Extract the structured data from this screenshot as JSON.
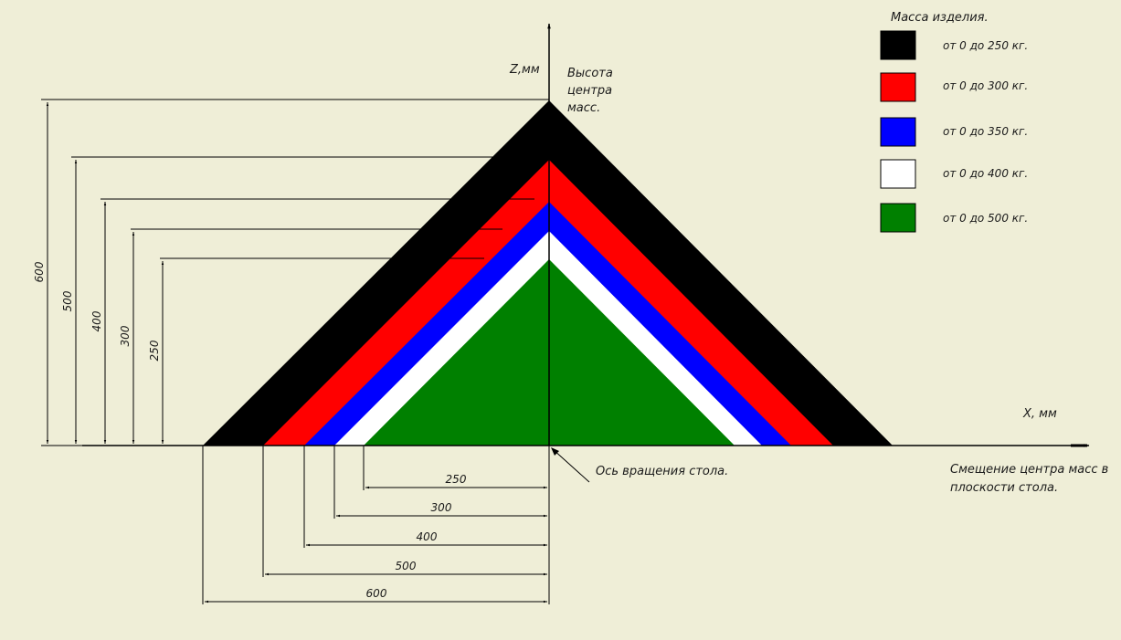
{
  "axes": {
    "z_label": "Z,мм",
    "z_description": [
      "Высота",
      "центра",
      "масс."
    ],
    "x_label": "X, мм",
    "x_description": [
      "Смещение центра масс в",
      "плоскости стола."
    ],
    "rotation_axis_label": "Ось вращения стола."
  },
  "legend": {
    "title": "Масса изделия.",
    "items": [
      {
        "label": "от 0 до 250 кг.",
        "color": "#000000"
      },
      {
        "label": "от 0 до 300 кг.",
        "color": "#ff0000"
      },
      {
        "label": "от 0 до 350 кг.",
        "color": "#0000ff"
      },
      {
        "label": "от 0 до 400 кг.",
        "color": "#ffffff"
      },
      {
        "label": "от 0 до 500 кг.",
        "color": "#008000"
      }
    ]
  },
  "zones": [
    {
      "max_offset_mm": 600,
      "max_height_mm": 600,
      "color": "#000000"
    },
    {
      "max_offset_mm": 500,
      "max_height_mm": 500,
      "color": "#ff0000"
    },
    {
      "max_offset_mm": 400,
      "max_height_mm": 400,
      "color": "#0000ff"
    },
    {
      "max_offset_mm": 300,
      "max_height_mm": 300,
      "color": "#ffffff"
    },
    {
      "max_offset_mm": 250,
      "max_height_mm": 250,
      "color": "#008000"
    }
  ],
  "dimensions": {
    "vertical": [
      "600",
      "500",
      "400",
      "300",
      "250"
    ],
    "horizontal": [
      "250",
      "300",
      "400",
      "500",
      "600"
    ]
  }
}
